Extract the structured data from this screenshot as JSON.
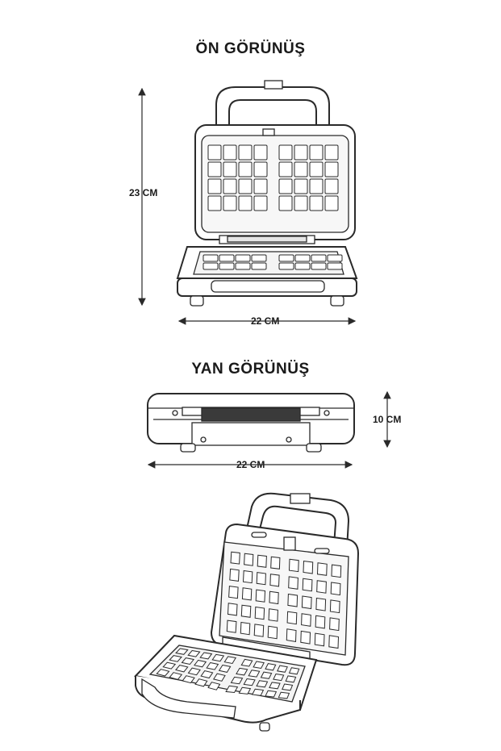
{
  "front_view": {
    "title": "ÖN GÖRÜNÜŞ",
    "height_label": "23 CM",
    "width_label": "22 CM"
  },
  "side_view": {
    "title": "YAN GÖRÜNÜŞ",
    "height_label": "10 CM",
    "width_label": "22 CM"
  },
  "colors": {
    "line": "#2a2a2a",
    "plate": "#f4f4f4",
    "shadow": "#d9d9d9"
  }
}
